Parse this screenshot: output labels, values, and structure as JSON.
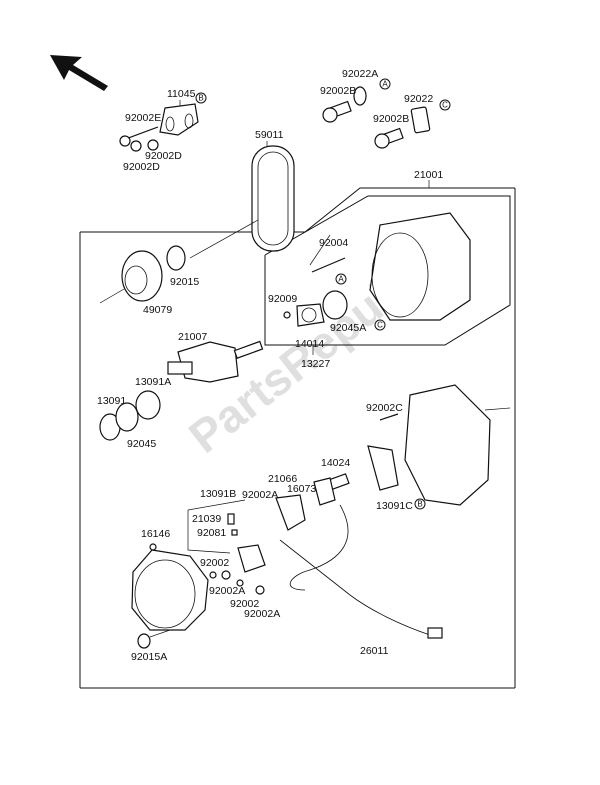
{
  "title": "Alternator exploded parts diagram",
  "watermark": "PartsRepublik",
  "direction_arrow": "front-direction-arrow",
  "assembly_labels": {
    "alternator_assembly": "21001",
    "stator_assembly": "13227",
    "brush_holder_set": "13091B"
  },
  "parts": [
    {
      "id": "11045",
      "name": "bracket",
      "ref": "B"
    },
    {
      "id": "92002E",
      "name": "bolt"
    },
    {
      "id": "92002D",
      "name": "bolt"
    },
    {
      "id": "92002D",
      "name": "bolt"
    },
    {
      "id": "59011",
      "name": "belt"
    },
    {
      "id": "92022A",
      "name": "washer",
      "ref": "A"
    },
    {
      "id": "92002B",
      "name": "bolt"
    },
    {
      "id": "92022",
      "name": "plate",
      "ref": "C"
    },
    {
      "id": "92002B",
      "name": "bolt"
    },
    {
      "id": "92015",
      "name": "nut"
    },
    {
      "id": "49079",
      "name": "pulley"
    },
    {
      "id": "92004",
      "name": "stud"
    },
    {
      "id": "92009",
      "name": "screw"
    },
    {
      "id": "92045A",
      "name": "bearing"
    },
    {
      "id": "14014",
      "name": "cover"
    },
    {
      "id": "21007",
      "name": "rotor"
    },
    {
      "id": "13091A",
      "name": "collar"
    },
    {
      "id": "13091",
      "name": "collar"
    },
    {
      "id": "92045",
      "name": "bearing"
    },
    {
      "id": "92002C",
      "name": "bolt"
    },
    {
      "id": "14024",
      "name": "cover"
    },
    {
      "id": "21066",
      "name": "regulator"
    },
    {
      "id": "16073",
      "name": "holder"
    },
    {
      "id": "13091C",
      "name": "cover"
    },
    {
      "id": "21039",
      "name": "brush"
    },
    {
      "id": "92081",
      "name": "spring"
    },
    {
      "id": "92002A",
      "name": "bolt"
    },
    {
      "id": "16146",
      "name": "end-cover"
    },
    {
      "id": "92002",
      "name": "bolt"
    },
    {
      "id": "92002A",
      "name": "bolt"
    },
    {
      "id": "92002",
      "name": "bolt"
    },
    {
      "id": "92002A",
      "name": "bolt"
    },
    {
      "id": "92015A",
      "name": "nut"
    },
    {
      "id": "26011",
      "name": "harness"
    }
  ],
  "ref_markers": {
    "a": "A",
    "b": "B",
    "c": "C"
  }
}
